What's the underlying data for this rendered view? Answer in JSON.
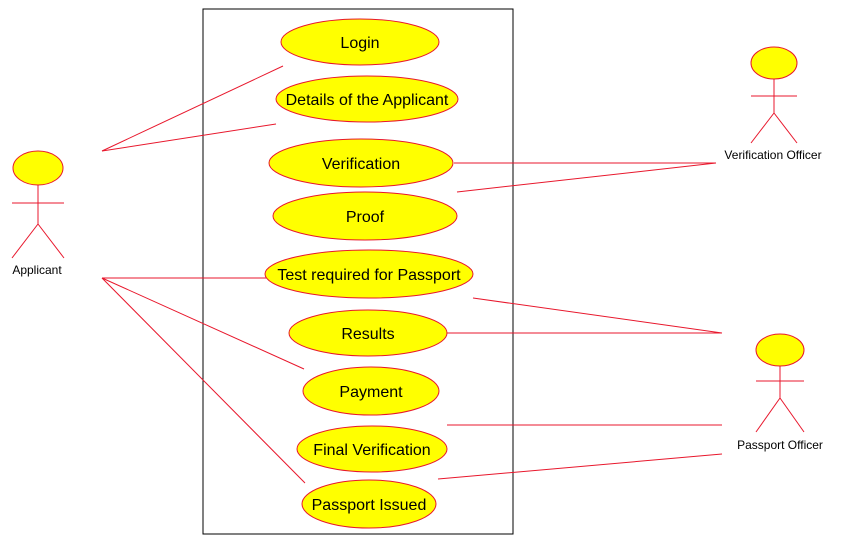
{
  "colors": {
    "line": "#e8172c",
    "fill": "#ffff00",
    "border": "#000000"
  },
  "actors": {
    "applicant": {
      "label": "Applicant"
    },
    "verification_officer": {
      "label": "Verification Officer"
    },
    "passport_officer": {
      "label": "Passport Officer"
    }
  },
  "use_cases": {
    "login": "Login",
    "details": "Details of the Applicant",
    "verification": "Verification",
    "proof": "Proof",
    "test": "Test required for Passport",
    "results": "Results",
    "payment": "Payment",
    "final_verification": "Final Verification",
    "passport_issued": "Passport Issued"
  }
}
